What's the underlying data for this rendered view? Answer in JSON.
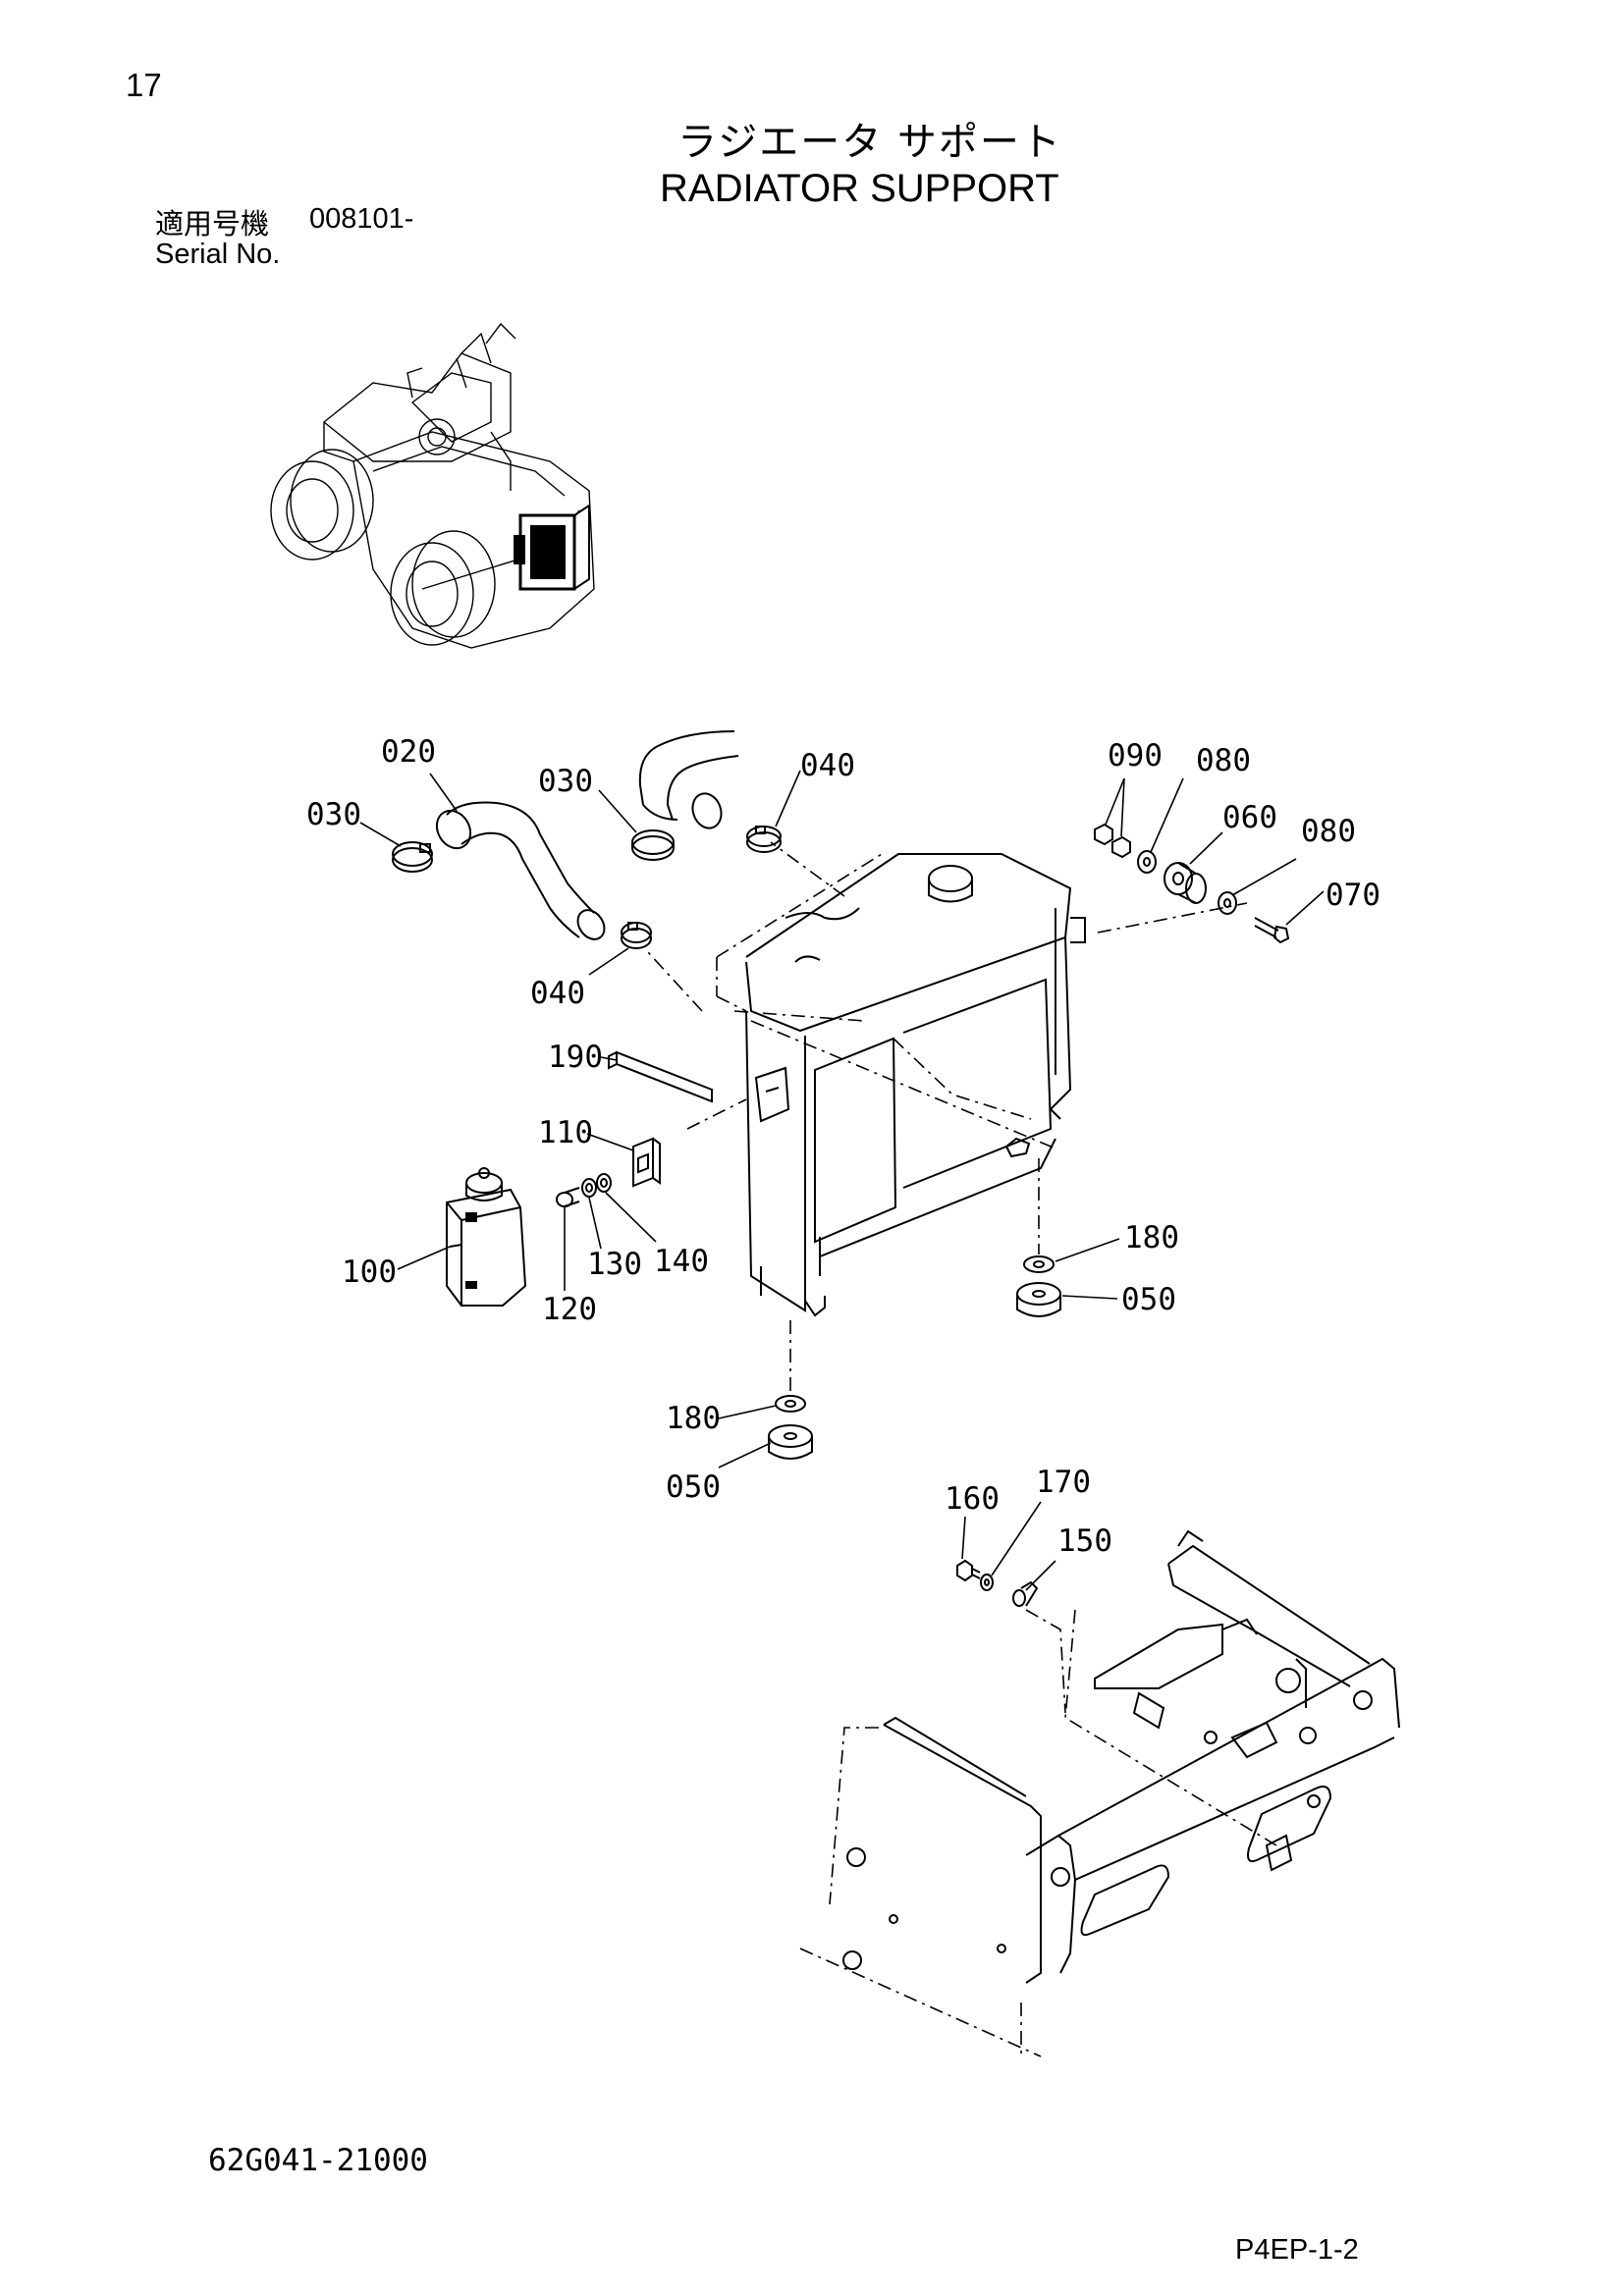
{
  "header": {
    "page_number": "17",
    "title_jp": "ラジエータ サポート",
    "title_en": "RADIATOR SUPPORT",
    "serial_label_jp": "適用号機",
    "serial_value": "008101-",
    "serial_label_en": "Serial No."
  },
  "callouts": {
    "c020": "020",
    "c030a": "030",
    "c030b": "030",
    "c040a": "040",
    "c040b": "040",
    "c090": "090",
    "c080a": "080",
    "c060": "060",
    "c080b": "080",
    "c070": "070",
    "c190": "190",
    "c110": "110",
    "c100": "100",
    "c120": "120",
    "c130": "130",
    "c140": "140",
    "c180a": "180",
    "c050a": "050",
    "c180b": "180",
    "c050b": "050",
    "c160": "160",
    "c170": "170",
    "c150": "150"
  },
  "footer": {
    "drawing_number": "62G041-21000",
    "page_code": "P4EP-1-2"
  }
}
